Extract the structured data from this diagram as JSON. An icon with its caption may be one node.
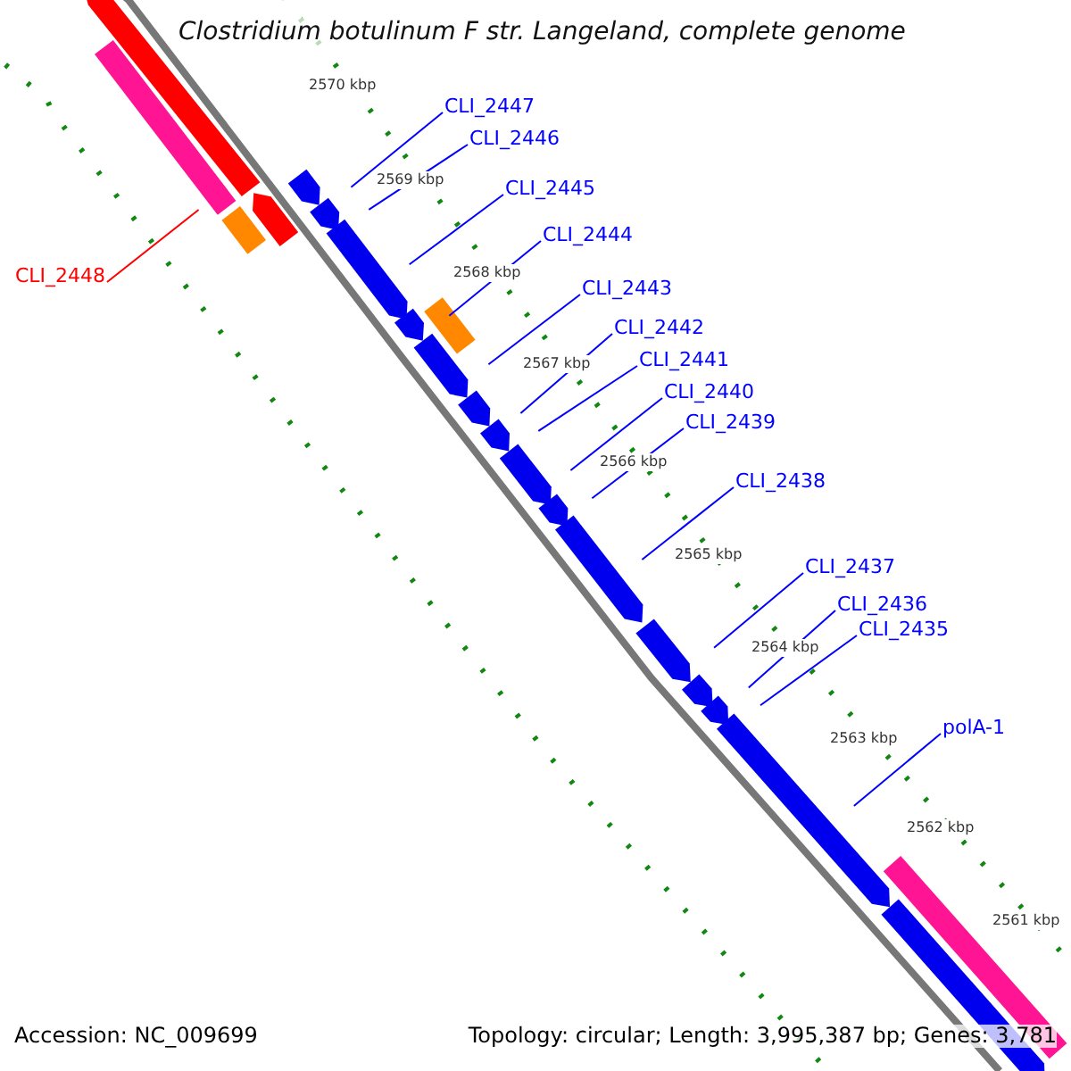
{
  "diagram": {
    "title": "Clostridium botulinum F str. Langeland, complete genome",
    "nodes": [
      {
        "text": [
          "CLI_2447"
        ]
      },
      {
        "text": [
          "CLI_2446"
        ]
      },
      {
        "text": [
          "CLI_2445"
        ]
      },
      {
        "text": [
          "CLI_2444"
        ]
      },
      {
        "text": [
          "CLI_2448"
        ]
      },
      {
        "text": [
          "CLI_2443"
        ]
      },
      {
        "text": [
          "CLI_2442"
        ]
      },
      {
        "text": [
          "CLI_2441"
        ]
      },
      {
        "text": [
          "CLI_2440"
        ]
      },
      {
        "text": [
          "CLI_2439"
        ]
      },
      {
        "text": [
          "CLI_2438"
        ]
      },
      {
        "text": [
          "CLI_2437"
        ]
      },
      {
        "text": [
          "CLI_2436"
        ]
      },
      {
        "text": [
          "CLI_2435"
        ]
      },
      {
        "text": [
          "polA-1"
        ]
      }
    ],
    "edges": [
      {
        "from": 0,
        "to": null,
        "arrow": "none"
      },
      {
        "from": 1,
        "to": null,
        "arrow": "none"
      },
      {
        "from": 2,
        "to": null,
        "arrow": "none"
      },
      {
        "from": 3,
        "to": null,
        "arrow": "none"
      },
      {
        "from": 4,
        "to": null,
        "arrow": "none",
        "color": "#ff0000"
      },
      {
        "from": 5,
        "to": null,
        "arrow": "none"
      },
      {
        "from": 6,
        "to": null,
        "arrow": "none"
      },
      {
        "from": 7,
        "to": null,
        "arrow": "none"
      },
      {
        "from": 8,
        "to": null,
        "arrow": "none"
      },
      {
        "from": 9,
        "to": null,
        "arrow": "none"
      },
      {
        "from": 10,
        "to": null,
        "arrow": "none"
      },
      {
        "from": 11,
        "to": null,
        "arrow": "none"
      },
      {
        "from": 12,
        "to": null,
        "arrow": "none"
      },
      {
        "from": 13,
        "to": null,
        "arrow": "none"
      },
      {
        "from": 14,
        "to": null,
        "arrow": "none"
      }
    ],
    "labels": [
      "2570 kbp",
      "2569 kbp",
      "2568 kbp",
      "2567 kbp",
      "2566 kbp",
      "2565 kbp",
      "2564 kbp",
      "2563 kbp",
      "2562 kbp",
      "2561 kbp",
      "Accession: NC_009699",
      "Topology: circular; Length: 3,995,387 bp; Genes: 3,781"
    ]
  }
}
